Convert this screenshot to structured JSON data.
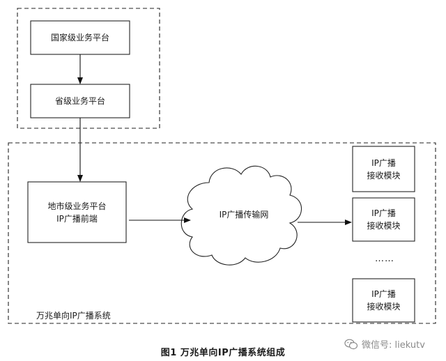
{
  "nodes": {
    "national": "国家级业务平台",
    "provincial": "省级业务平台",
    "local_frontend": "地市级业务平台\nIP广播前端",
    "network": "IP广播传输网",
    "receiver_1": "IP广播\n接收模块",
    "receiver_2": "IP广播\n接收模块",
    "receiver_3": "IP广播\n接收模块"
  },
  "ellipsis": "……",
  "system_label": "万兆单向IP广播系统",
  "caption": "图1    万兆单向IP广播系统组成",
  "watermark": {
    "text": "微信号: liekutv",
    "icon": "wechat-icon"
  }
}
